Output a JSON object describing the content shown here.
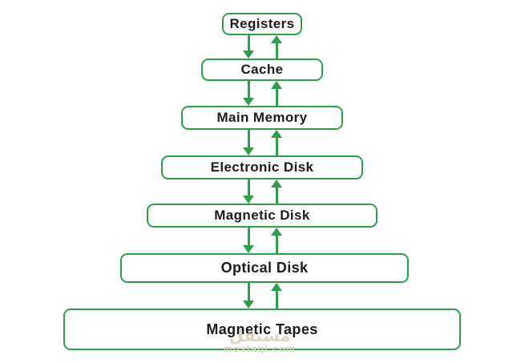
{
  "diagram": {
    "levels": [
      {
        "label": "Registers"
      },
      {
        "label": "Cache"
      },
      {
        "label": "Main Memory"
      },
      {
        "label": "Electronic Disk"
      },
      {
        "label": "Magnetic Disk"
      },
      {
        "label": "Optical Disk"
      },
      {
        "label": "Magnetic Tapes"
      }
    ],
    "connector_icons": {
      "down": "down-arrow",
      "up": "up-arrow"
    },
    "colors": {
      "accent_green": "#2e9e4b",
      "text": "#1c1c1e",
      "background": "#ffffff",
      "watermark": "#dbd2c2"
    }
  },
  "watermark": {
    "logo_text": "مستقل",
    "domain": "mostaql.com"
  }
}
